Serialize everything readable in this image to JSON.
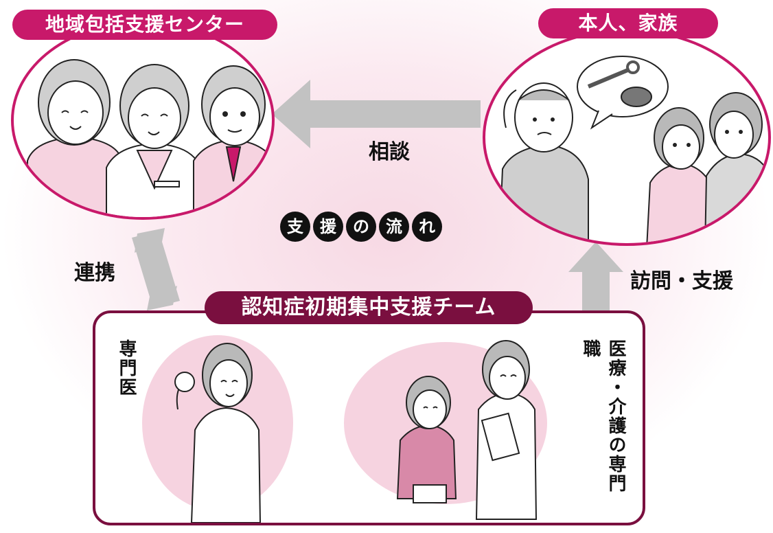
{
  "center": {
    "label": "地域包括支援センター"
  },
  "family": {
    "label": "本人、家族"
  },
  "team": {
    "label": "認知症初期集中支援チーム"
  },
  "flow": {
    "chars": [
      "支",
      "援",
      "の",
      "流",
      "れ"
    ]
  },
  "arrows": {
    "consult": "相談",
    "cooperate": "連携",
    "visit_support": "訪問・支援"
  },
  "roles": {
    "specialist_doctor": "専門医",
    "care_professionals": "医療・介護の専門職"
  },
  "colors": {
    "accent": "#c8196a",
    "team_accent": "#7a0f3f",
    "arrow_gray": "#c2c2c2",
    "pink_fill": "#f6d3e0",
    "gray_fill": "#d9d9d9"
  }
}
